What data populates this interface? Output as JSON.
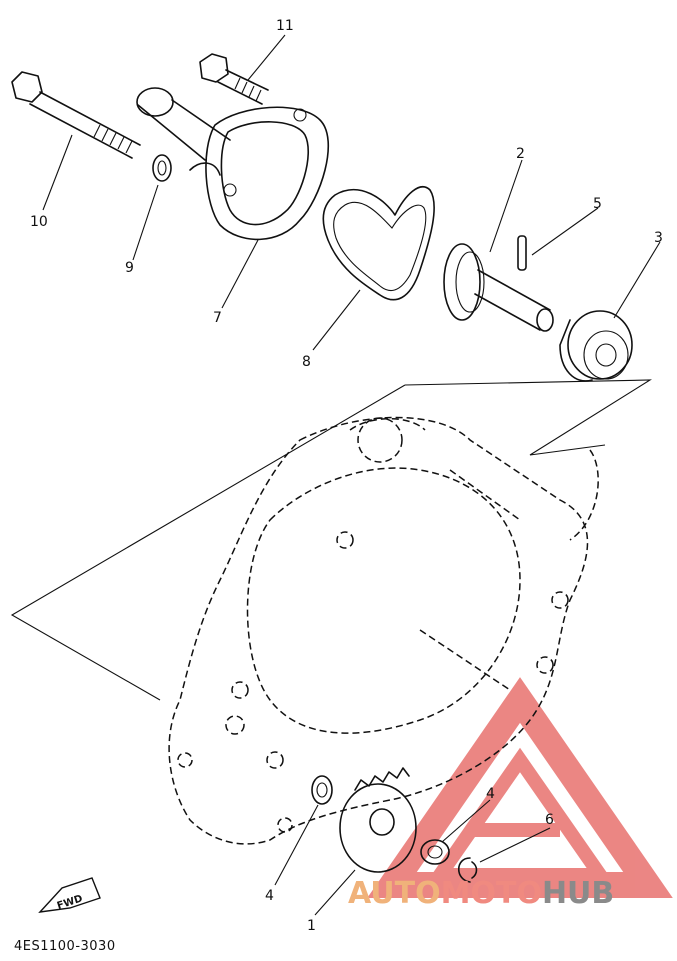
{
  "diagram": {
    "callouts": [
      {
        "id": "1",
        "label": "1"
      },
      {
        "id": "2",
        "label": "2"
      },
      {
        "id": "3",
        "label": "3"
      },
      {
        "id": "4a",
        "label": "4"
      },
      {
        "id": "4b",
        "label": "4"
      },
      {
        "id": "5",
        "label": "5"
      },
      {
        "id": "6",
        "label": "6"
      },
      {
        "id": "7",
        "label": "7"
      },
      {
        "id": "8",
        "label": "8"
      },
      {
        "id": "9",
        "label": "9"
      },
      {
        "id": "10",
        "label": "10"
      },
      {
        "id": "11",
        "label": "11"
      }
    ],
    "fwd_label": "FWD",
    "figure_code": "4ES1100-3030"
  },
  "watermark": {
    "part1": "AUTO",
    "part2": "MOTO",
    "part3": "HUB",
    "colors": {
      "auto": "#f0b27a",
      "moto": "#f08a80",
      "hub": "#8a8a8a",
      "triangle": "#e8716e"
    }
  }
}
